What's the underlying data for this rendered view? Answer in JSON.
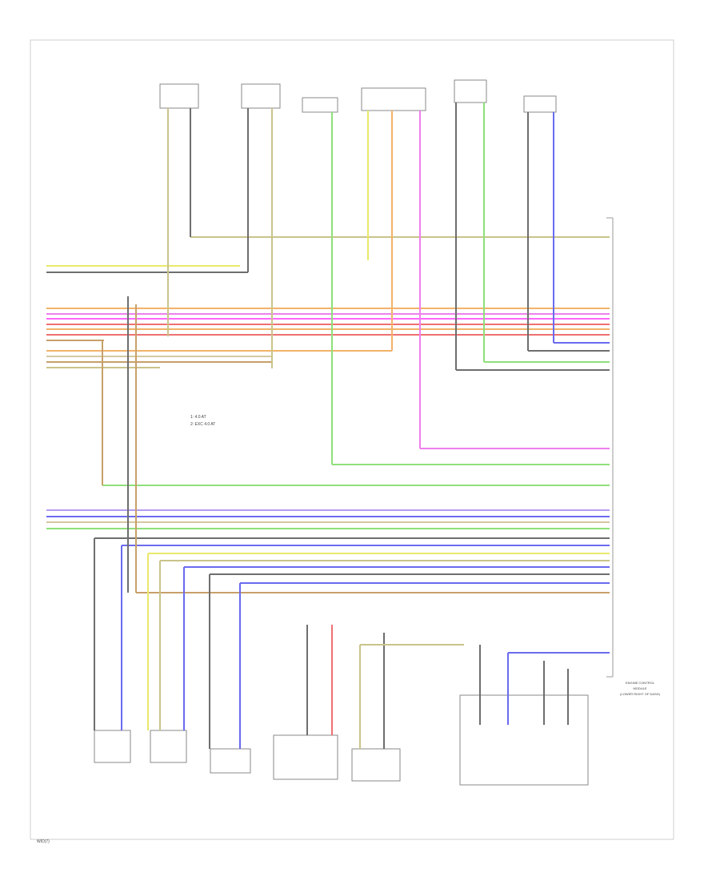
{
  "footer": {
    "page_code": "W/D(7)"
  },
  "colors": {
    "frame": "#cfcfcf",
    "gray_wire": "#6e6e6e",
    "ylgrn": "#c9c48a",
    "yellow": "#e9e96b",
    "pink": "#ee7fee",
    "magenta": "#ff66ff",
    "red": "#ef7070",
    "orange": "#f2b26a",
    "brown": "#c7a06a",
    "green": "#8fe07a",
    "blue": "#6a6af0",
    "violet": "#b59cf0",
    "tan": "#d4c8a0"
  },
  "module": {
    "lines": [
      "ENGINE CONTROL",
      "MODULE",
      "(LOWER RIGHT OF DASH)"
    ]
  },
  "legend": {
    "lines": [
      "1: 4.0 AT",
      "2: EXC 4.0 AT"
    ]
  }
}
